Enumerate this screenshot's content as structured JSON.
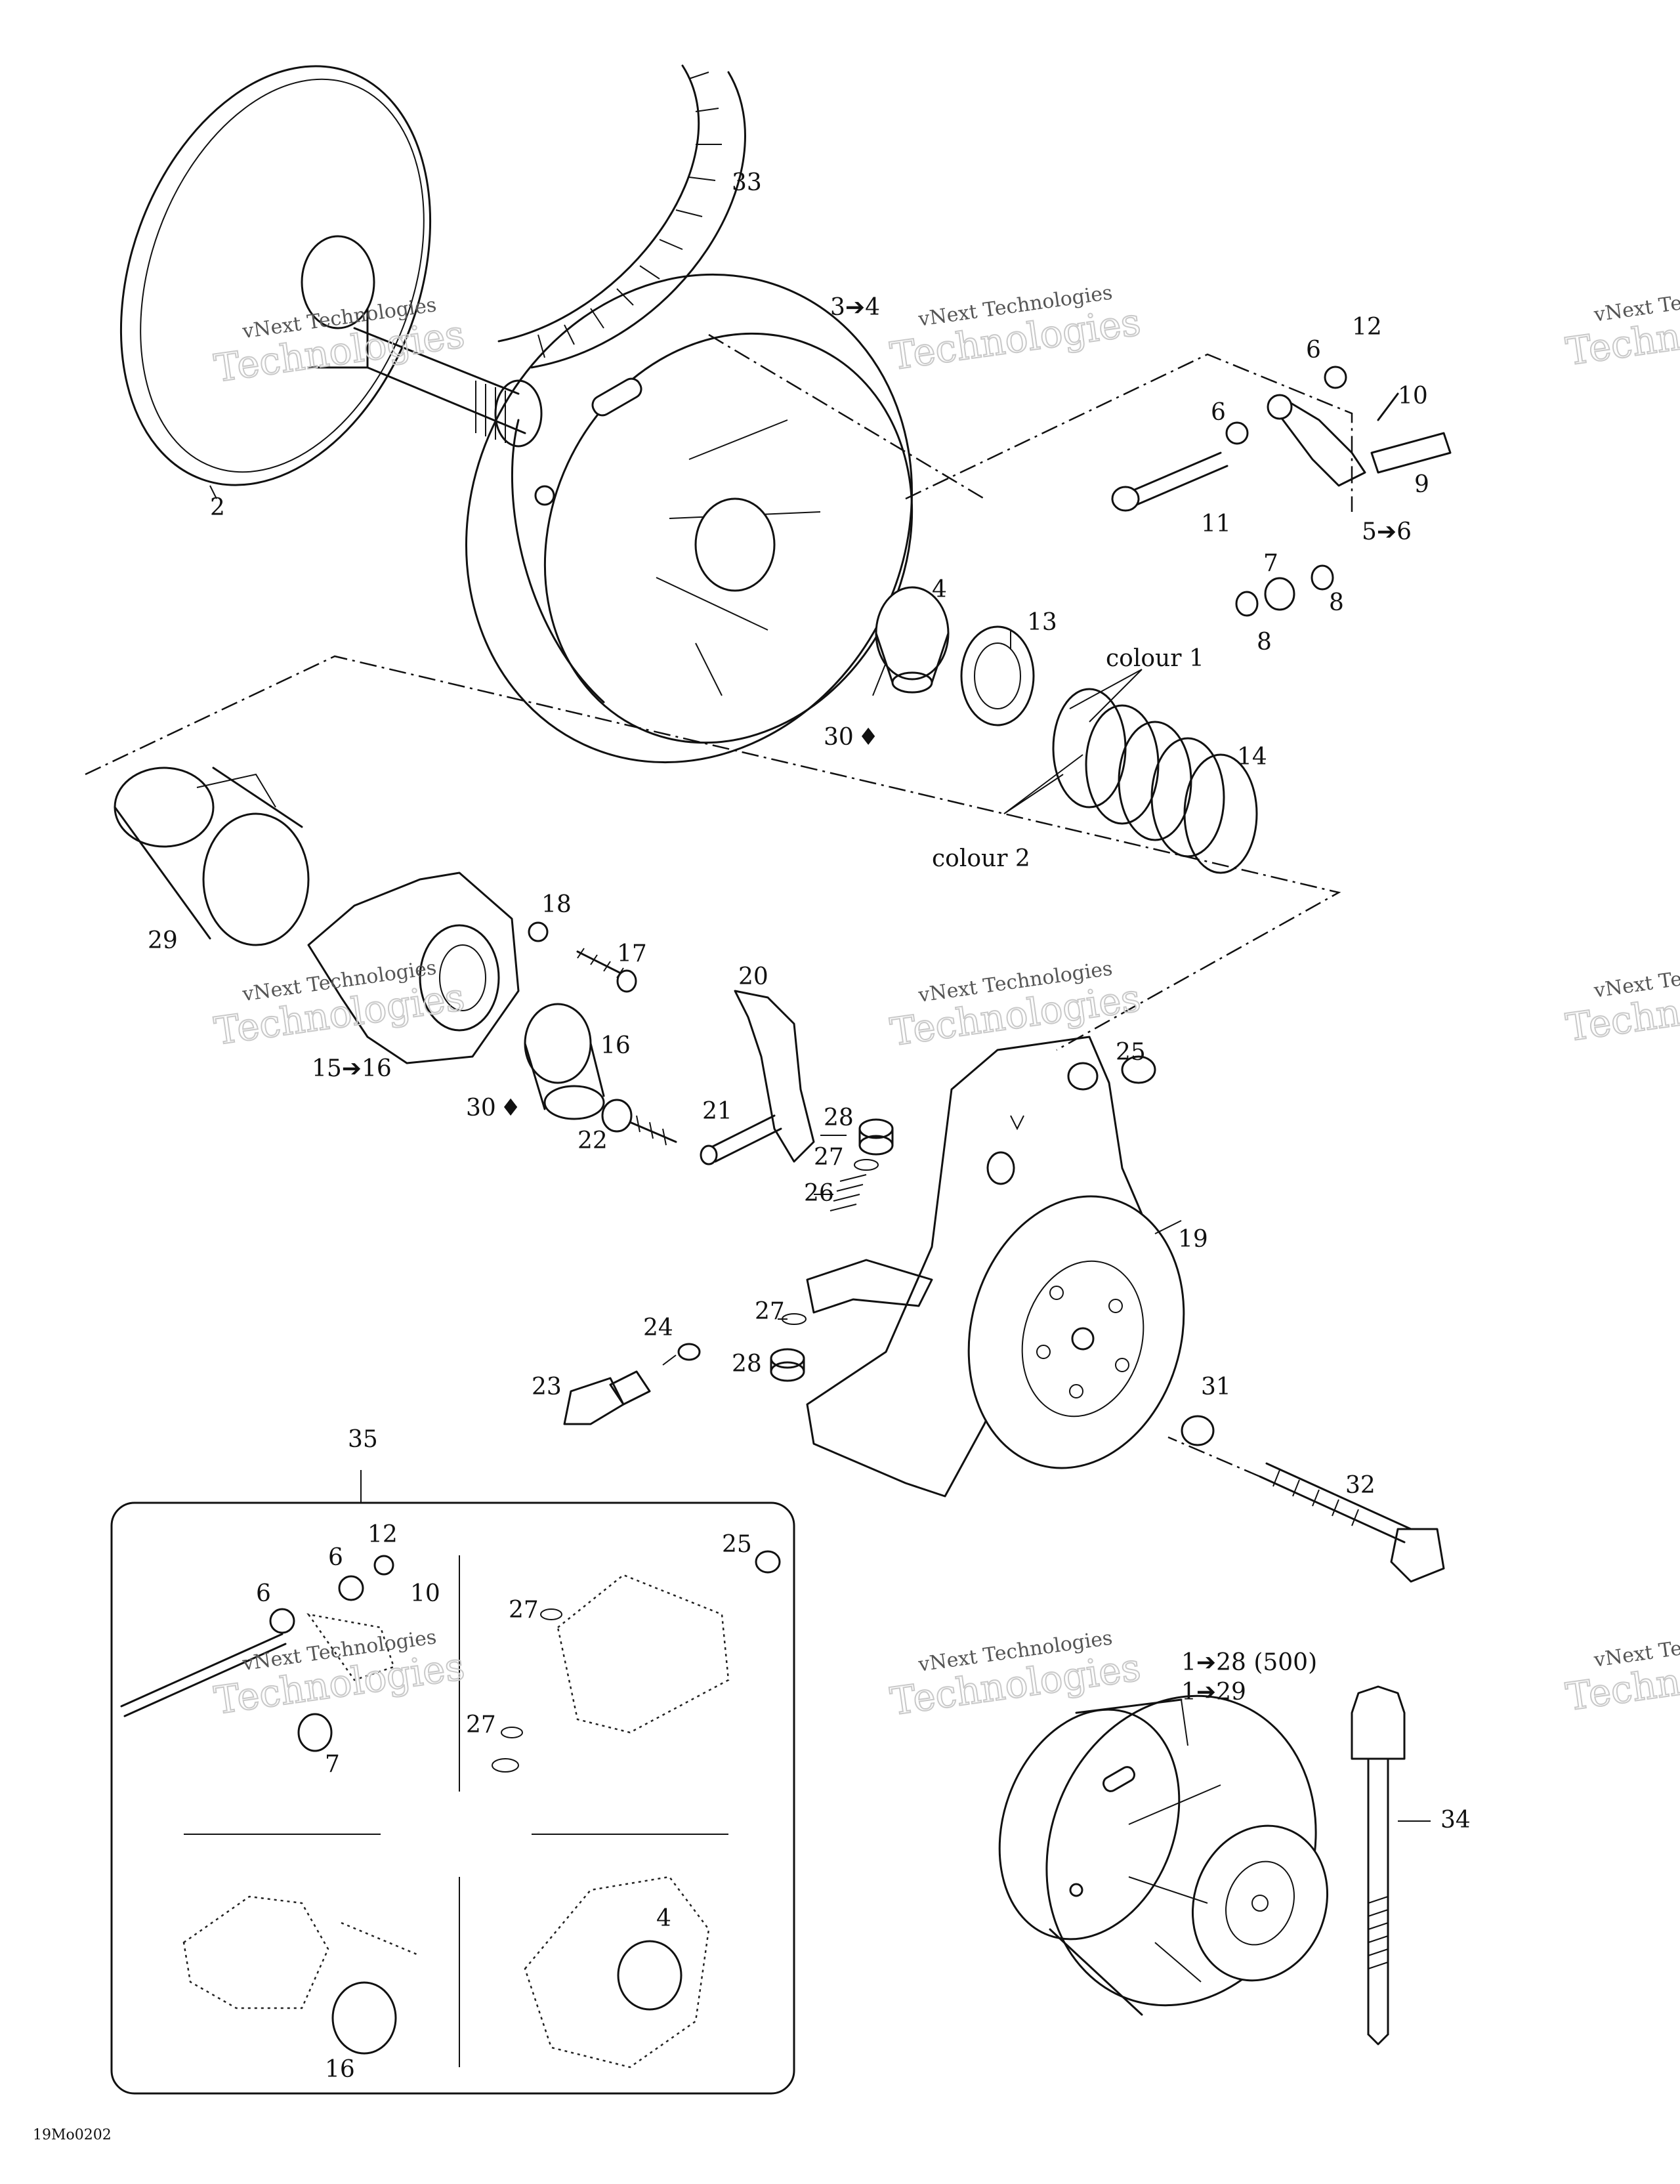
{
  "labels": {
    "p2": "2",
    "p33": "33",
    "p3_4": "3➔4",
    "p12": "12",
    "p6a": "6",
    "p6b": "6",
    "p10": "10",
    "p9": "9",
    "p11": "11",
    "p5_6": "5➔6",
    "p7": "7",
    "p8a": "8",
    "p8b": "8",
    "p4": "4",
    "p13": "13",
    "colour1": "colour 1",
    "colour2": "colour 2",
    "p14": "14",
    "p30a": "30",
    "p30b": "30",
    "p29": "29",
    "p18": "18",
    "p17": "17",
    "p16": "16",
    "p15_16": "15➔16",
    "p20": "20",
    "p21": "21",
    "p22": "22",
    "p28a": "28",
    "p27a": "27",
    "p26": "26",
    "p25": "25",
    "p19": "19",
    "p27b": "27",
    "p28b": "28",
    "p24": "24",
    "p23": "23",
    "p31": "31",
    "p32": "32",
    "p35": "35",
    "i12": "12",
    "i6a": "6",
    "i6b": "6",
    "i10": "10",
    "i7": "7",
    "i25": "25",
    "i27a": "27",
    "i27b": "27",
    "i4": "4",
    "i16": "16",
    "asm1": "1➔28 (500)",
    "asm2": "1➔29",
    "p34": "34",
    "code": "19Mo0202"
  },
  "watermark": {
    "line1": "vNext Technologies",
    "line2": "Technologies"
  }
}
